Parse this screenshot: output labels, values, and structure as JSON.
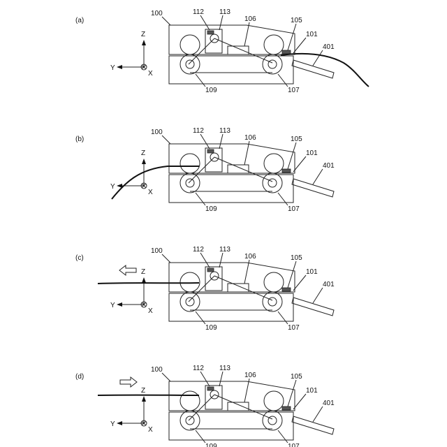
{
  "panels": [
    {
      "id": "a",
      "label": "(a)",
      "arrow": "none",
      "media_pos": "right"
    },
    {
      "id": "b",
      "label": "(b)",
      "arrow": "none",
      "media_pos": "left"
    },
    {
      "id": "c",
      "label": "(c)",
      "arrow": "left",
      "media_pos": "through"
    },
    {
      "id": "d",
      "label": "(d)",
      "arrow": "right",
      "media_pos": "through-short"
    }
  ],
  "parts": {
    "p100": "100",
    "p112": "112",
    "p113": "113",
    "p106": "106",
    "p105": "105",
    "p101": "101",
    "p401": "401",
    "p109": "109",
    "p107": "107"
  },
  "axes": {
    "z": "Z",
    "y": "Y",
    "x": "X"
  }
}
